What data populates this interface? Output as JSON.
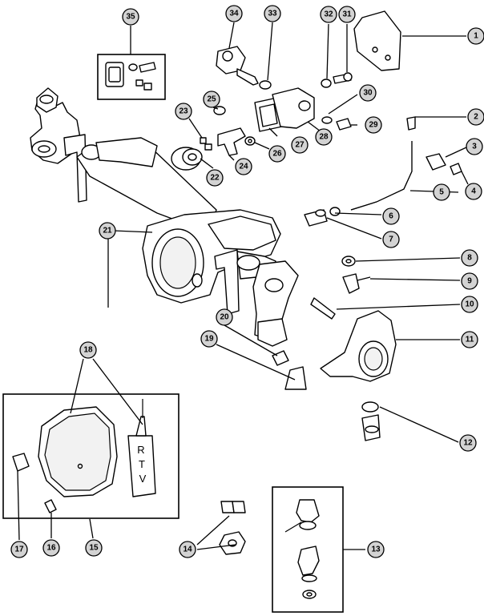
{
  "callouts": [
    {
      "id": "c1",
      "label": "1"
    },
    {
      "id": "c2",
      "label": "2"
    },
    {
      "id": "c3",
      "label": "3"
    },
    {
      "id": "c4",
      "label": "4"
    },
    {
      "id": "c5",
      "label": "5"
    },
    {
      "id": "c6",
      "label": "6"
    },
    {
      "id": "c7",
      "label": "7"
    },
    {
      "id": "c8",
      "label": "8"
    },
    {
      "id": "c9",
      "label": "9"
    },
    {
      "id": "c10",
      "label": "10"
    },
    {
      "id": "c11",
      "label": "11"
    },
    {
      "id": "c12",
      "label": "12"
    },
    {
      "id": "c13",
      "label": "13"
    },
    {
      "id": "c14",
      "label": "14"
    },
    {
      "id": "c15",
      "label": "15"
    },
    {
      "id": "c16",
      "label": "16"
    },
    {
      "id": "c17",
      "label": "17"
    },
    {
      "id": "c18",
      "label": "18"
    },
    {
      "id": "c19",
      "label": "19"
    },
    {
      "id": "c20",
      "label": "20"
    },
    {
      "id": "c21",
      "label": "21"
    },
    {
      "id": "c22",
      "label": "22"
    },
    {
      "id": "c23",
      "label": "23"
    },
    {
      "id": "c24",
      "label": "24"
    },
    {
      "id": "c25",
      "label": "25"
    },
    {
      "id": "c26",
      "label": "26"
    },
    {
      "id": "c27",
      "label": "27"
    },
    {
      "id": "c28",
      "label": "28"
    },
    {
      "id": "c29",
      "label": "29"
    },
    {
      "id": "c30",
      "label": "30"
    },
    {
      "id": "c31",
      "label": "31"
    },
    {
      "id": "c32",
      "label": "32"
    },
    {
      "id": "c33",
      "label": "33"
    },
    {
      "id": "c34",
      "label": "34"
    },
    {
      "id": "c35",
      "label": "35"
    }
  ],
  "rtv_tube": {
    "letters": [
      "R",
      "T",
      "V"
    ]
  }
}
